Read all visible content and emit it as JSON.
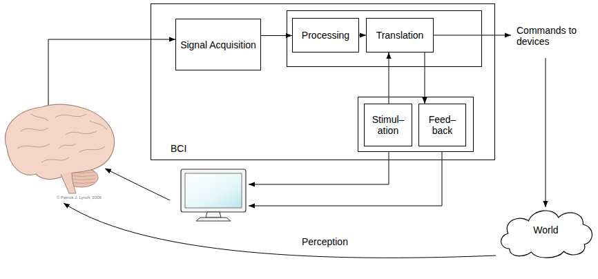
{
  "diagram": {
    "nodes": [
      {
        "text": [
          "BCI"
        ]
      },
      {
        "text": [
          "Signal Acquisition"
        ],
        "in": 0
      },
      {
        "text": [
          "Processing"
        ],
        "in": 0
      },
      {
        "text": [
          "Translation"
        ],
        "in": 0
      },
      {
        "text": [
          "Stimul– ation"
        ],
        "in": 0
      },
      {
        "text": [
          "Feed– back"
        ],
        "in": 0
      },
      {
        "text": [
          "World"
        ]
      }
    ],
    "edges": [
      {
        "from": 1,
        "to": 2,
        "arrow": "to"
      },
      {
        "from": 2,
        "to": 3,
        "arrow": "to"
      },
      {
        "from": 4,
        "to": 3,
        "arrow": "to"
      },
      {
        "from": 3,
        "to": 5,
        "arrow": "to"
      }
    ],
    "labels": [
      "Commands to devices",
      "Perception",
      "© Patrick J. Lynch, 2006"
    ]
  }
}
